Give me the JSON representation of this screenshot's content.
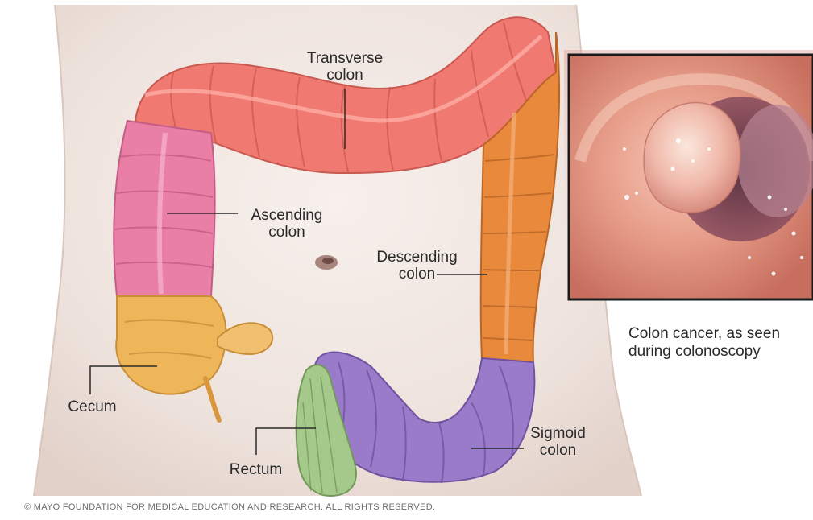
{
  "labels": {
    "transverse": [
      "Transverse",
      "colon"
    ],
    "ascending": [
      "Ascending",
      "colon"
    ],
    "descending": [
      "Descending",
      "colon"
    ],
    "cecum": "Cecum",
    "rectum": "Rectum",
    "sigmoid": [
      "Sigmoid",
      "colon"
    ]
  },
  "inset_caption": [
    "Colon cancer, as seen",
    "during colonoscopy"
  ],
  "copyright": "© MAYO FOUNDATION FOR MEDICAL EDUCATION AND RESEARCH. ALL RIGHTS RESERVED.",
  "colors": {
    "transverse": "#f07a72",
    "ascending": "#ea7fa6",
    "descending": "#e8893c",
    "sigmoid": "#9a7bc9",
    "cecum": "#eeb659",
    "rectum": "#a5c98a",
    "skin": "#f1e8e3"
  }
}
